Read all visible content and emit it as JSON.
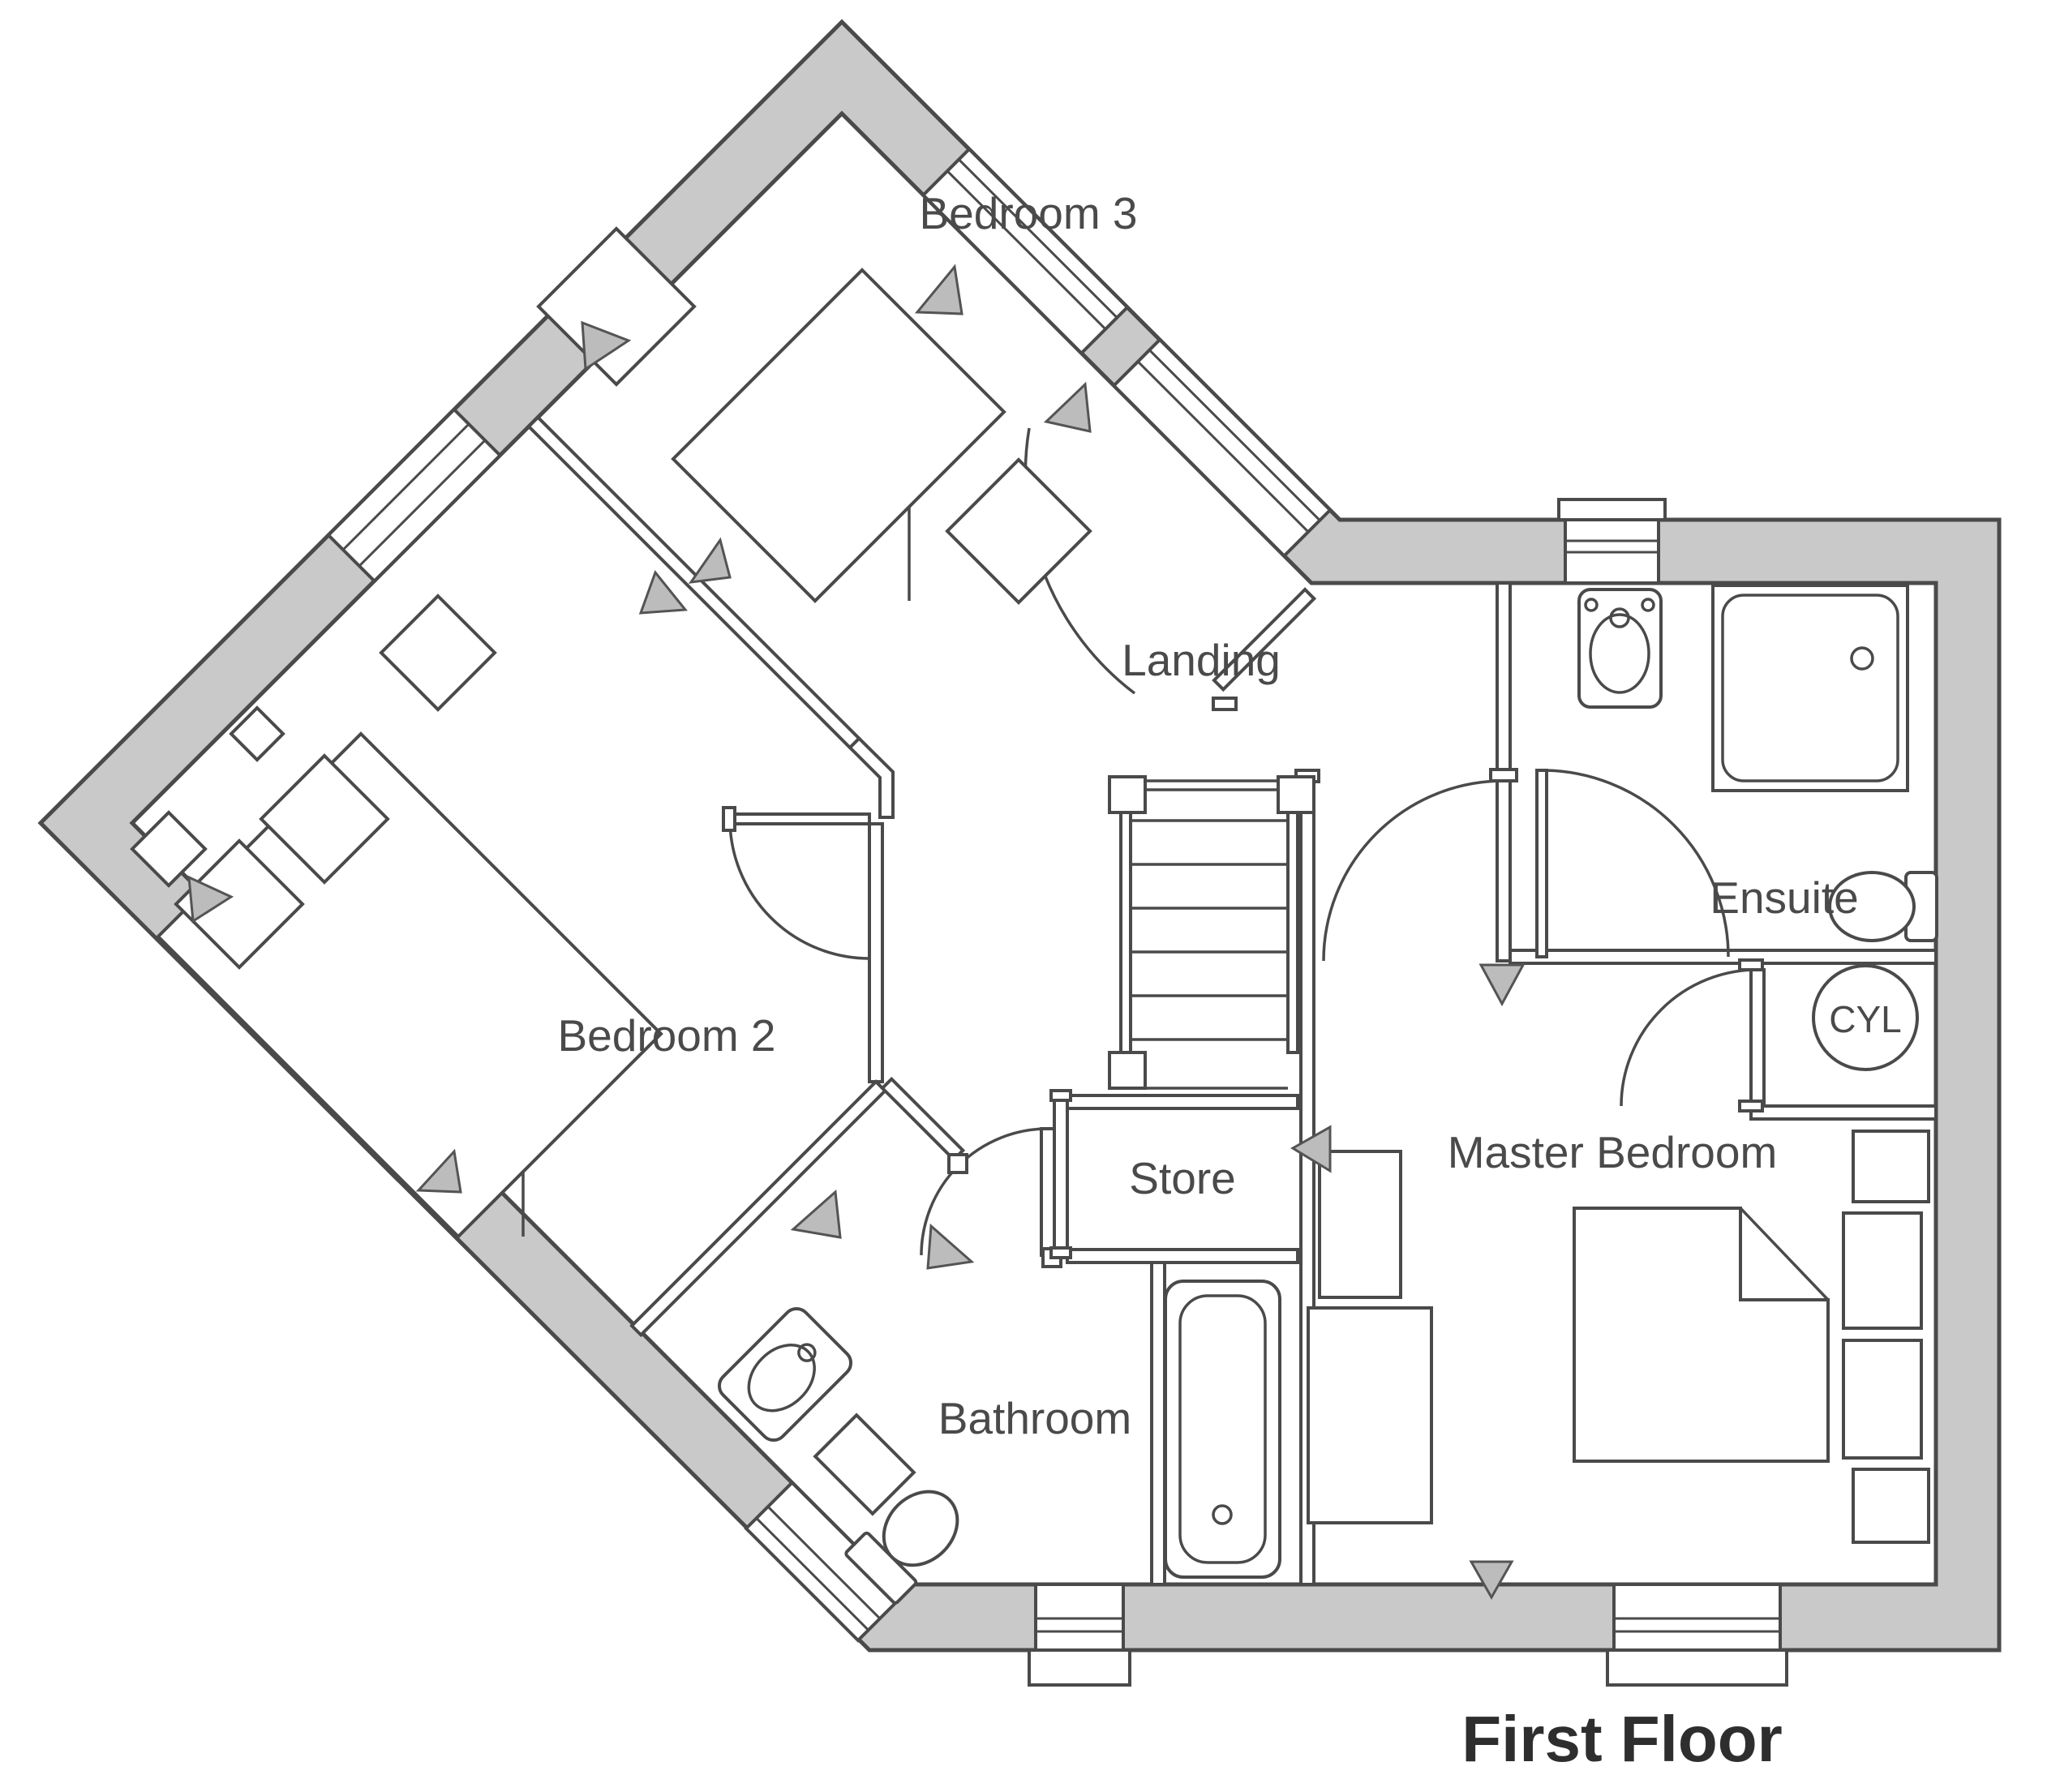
{
  "title": {
    "label": "First Floor"
  },
  "rooms": {
    "bedroom3": {
      "label": "Bedroom 3"
    },
    "bedroom2": {
      "label": "Bedroom 2"
    },
    "landing": {
      "label": "Landing"
    },
    "ensuite": {
      "label": "Ensuite"
    },
    "master_bedroom": {
      "label": "Master Bedroom"
    },
    "store": {
      "label": "Store"
    },
    "bathroom": {
      "label": "Bathroom"
    },
    "cylinder_cupboard": {
      "label": "CYL"
    }
  },
  "colors": {
    "wall_fill": "#c9c9c9",
    "line": "#4a4a4a",
    "room_label": "#4a4a4a",
    "marker_fill": "#bcbcbc",
    "title_text": "#2e2e2e",
    "background": "#ffffff"
  }
}
